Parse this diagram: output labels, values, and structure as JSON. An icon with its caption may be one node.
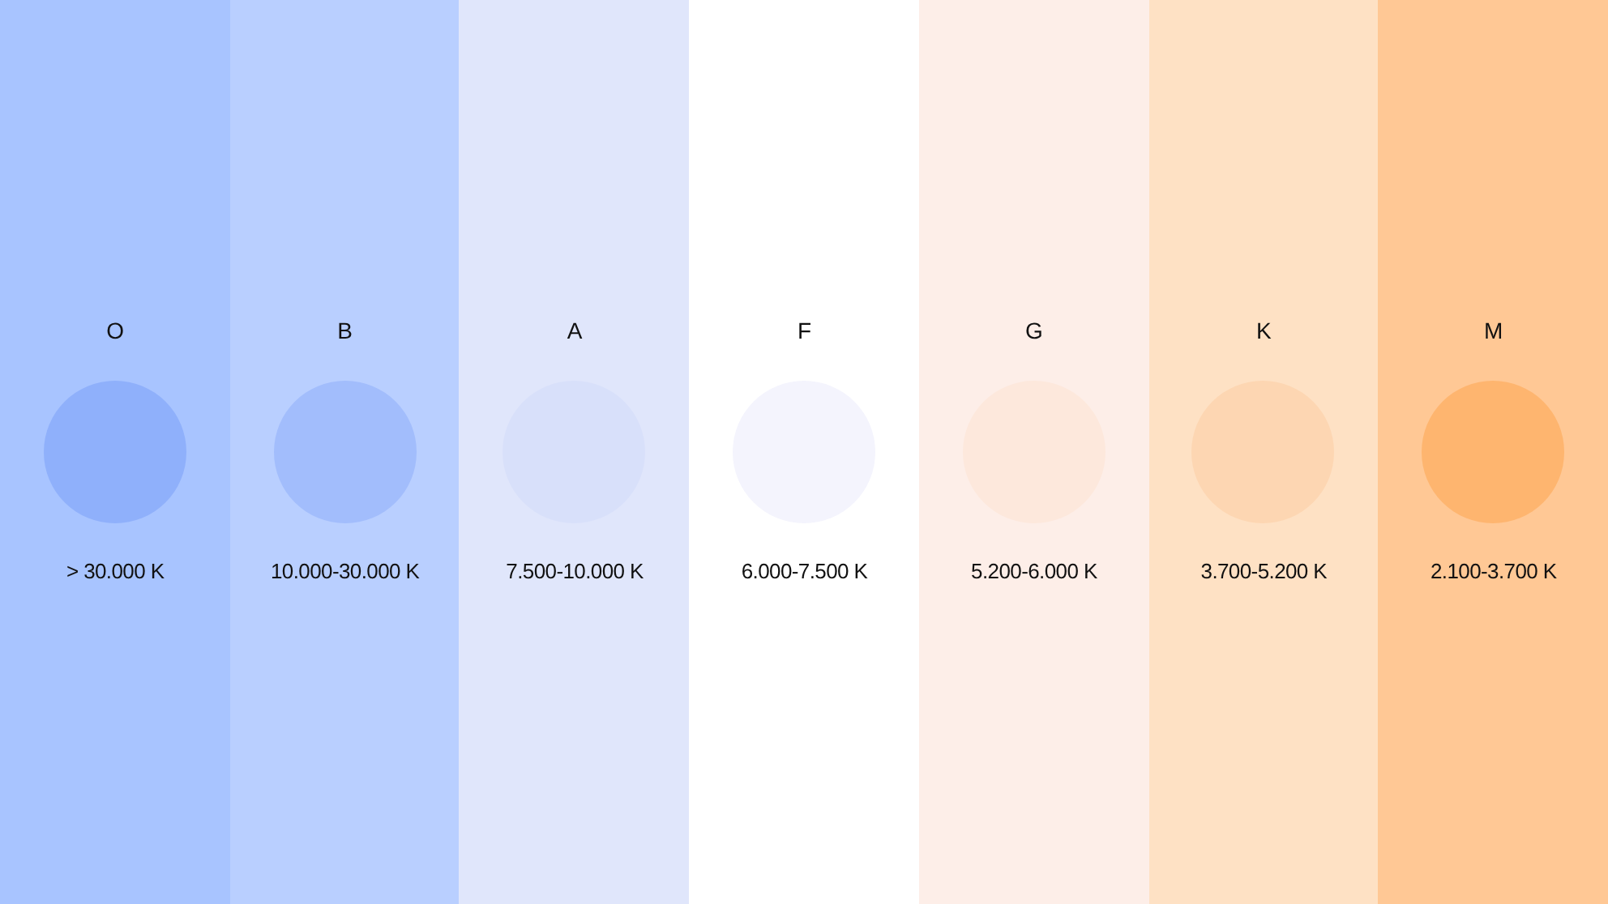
{
  "diagram": {
    "nodes": [
      {
        "text": [
          "O",
          "> 30.000 K"
        ]
      },
      {
        "text": [],
        "shape": "circle",
        "in": 0
      },
      {
        "text": [
          "B",
          "10.000-30.000 K"
        ]
      },
      {
        "text": [],
        "shape": "circle",
        "in": 2
      },
      {
        "text": [
          "A",
          "7.500-10.000 K"
        ]
      },
      {
        "text": [],
        "shape": "circle",
        "in": 4
      },
      {
        "text": [
          "F",
          "6.000-7.500 K"
        ]
      },
      {
        "text": [],
        "shape": "circle",
        "in": 6
      },
      {
        "text": [
          "G",
          "5.200-6.000 K"
        ]
      },
      {
        "text": [],
        "shape": "circle",
        "in": 8
      },
      {
        "text": [
          "K",
          "3.700-5.200 K"
        ]
      },
      {
        "text": [],
        "shape": "circle",
        "in": 10
      },
      {
        "text": [
          "M",
          "2.100-3.700 K"
        ]
      },
      {
        "text": [],
        "shape": "circle",
        "in": 12
      }
    ]
  }
}
